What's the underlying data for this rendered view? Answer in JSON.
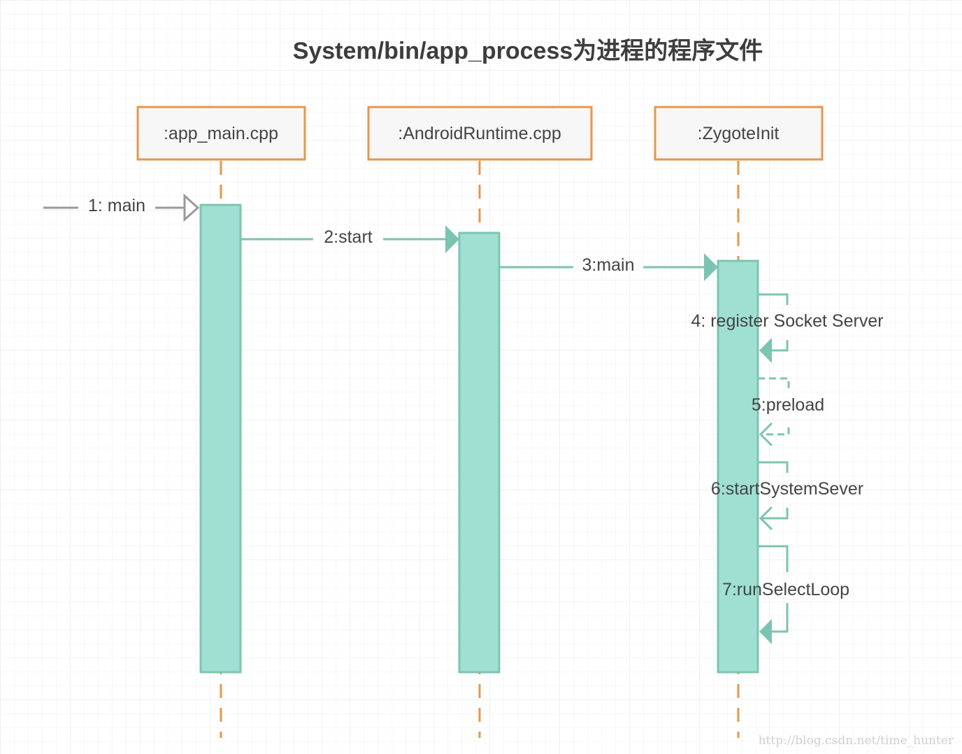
{
  "title": "System/bin/app_process为进程的程序文件",
  "participants": [
    {
      "id": "app_main",
      "label": ":app_main.cpp"
    },
    {
      "id": "runtime",
      "label": ":AndroidRuntime.cpp"
    },
    {
      "id": "zygote",
      "label": ":ZygoteInit"
    }
  ],
  "messages": [
    {
      "id": "m1",
      "label": "1: main",
      "from": "external",
      "to": "app_main",
      "style": "entry"
    },
    {
      "id": "m2",
      "label": "2:start",
      "from": "app_main",
      "to": "runtime",
      "style": "solid"
    },
    {
      "id": "m3",
      "label": "3:main",
      "from": "runtime",
      "to": "zygote",
      "style": "solid"
    },
    {
      "id": "m4",
      "label": "4: register Socket Server",
      "from": "zygote",
      "to": "zygote",
      "style": "self-solid"
    },
    {
      "id": "m5",
      "label": "5:preload",
      "from": "zygote",
      "to": "zygote",
      "style": "self-dashed"
    },
    {
      "id": "m6",
      "label": "6:startSystemSever",
      "from": "zygote",
      "to": "zygote",
      "style": "self-open"
    },
    {
      "id": "m7",
      "label": "7:runSelectLoop",
      "from": "zygote",
      "to": "zygote",
      "style": "self-solid"
    }
  ],
  "watermark": "http://blog.csdn.net/time_hunter",
  "colors": {
    "background": "#ffffff",
    "grid_minor": "#efefef",
    "grid_major": "#e3e3e3",
    "participant_border": "#e8964a",
    "participant_fill": "#f7f7f7",
    "lifeline": "#e8964a",
    "activation_fill": "#9fe0d3",
    "activation_border": "#7cc4b2",
    "message": "#7cc4b2",
    "entry_message": "#9a9a9a",
    "text": "#444444",
    "title": "#3d3d3d",
    "watermark": "#d0d0d0"
  }
}
